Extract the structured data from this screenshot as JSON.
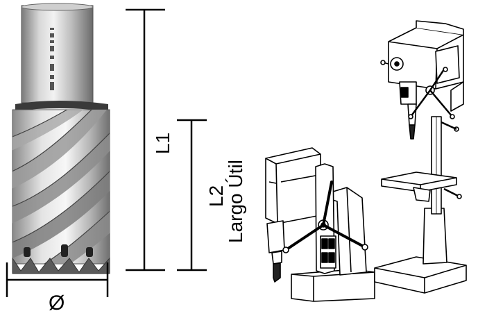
{
  "labels": {
    "l1": "L1",
    "l2": "L2",
    "l2_sub": "Largo Útil",
    "diameter": "Ø"
  },
  "colors": {
    "line": "#000000",
    "steel_light": "#e6e6e6",
    "steel_mid": "#b8b8b8",
    "steel_dark": "#6e6e6e",
    "machine_fill": "#ffffff"
  },
  "icons": {
    "cutter": "annular-cutter-icon",
    "magnetic_drill": "magnetic-drill-icon",
    "drill_press": "drill-press-icon"
  }
}
